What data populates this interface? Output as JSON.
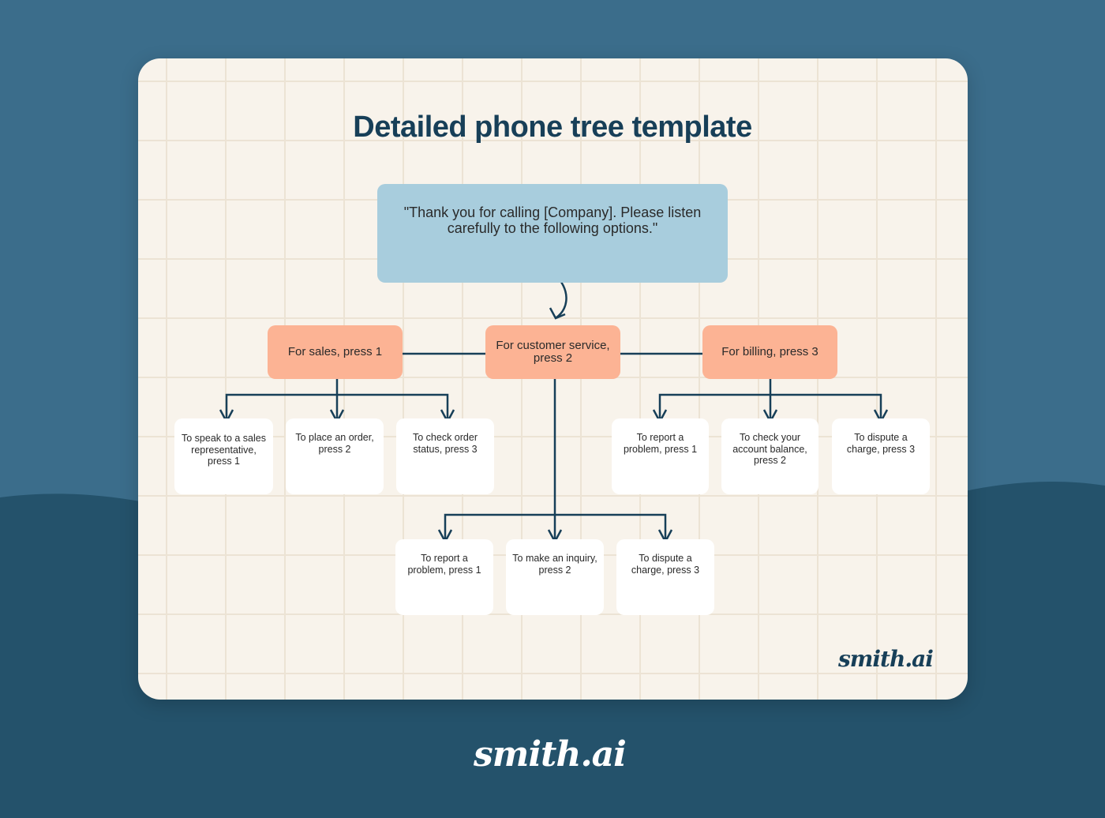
{
  "title": "Detailed phone tree template",
  "greeting": "\"Thank you for calling [Company]. Please listen carefully to the following options.\"",
  "options": [
    {
      "label": "For sales, press 1",
      "children": [
        "To speak to a sales representative, press 1",
        "To place an order, press 2",
        "To check order status, press 3"
      ]
    },
    {
      "label": "For customer service, press 2",
      "children": [
        "To report a problem, press 1",
        "To make an inquiry, press 2",
        "To dispute a charge, press 3"
      ]
    },
    {
      "label": "For billing, press 3",
      "children": [
        "To report a problem, press 1",
        "To check your account balance, press 2",
        "To dispute a charge, press 3"
      ]
    }
  ],
  "brand": "smith.ai",
  "colors": {
    "background": "#3b6d8b",
    "wave": "#24526b",
    "card": "#f8f3eb",
    "greeting_box": "#a8cddd",
    "option_box": "#fcb394",
    "lines": "#173f58"
  }
}
